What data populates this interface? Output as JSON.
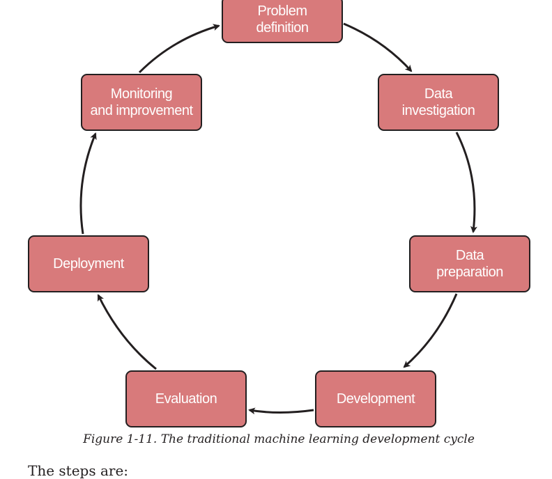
{
  "diagram": {
    "colors": {
      "node_fill": "#d87a7b",
      "node_border": "#231f20",
      "node_text": "#ffffff",
      "arrow": "#231f20"
    },
    "nodes": [
      {
        "id": "problem",
        "label": "Problem\ndefinition"
      },
      {
        "id": "investigation",
        "label": "Data\ninvestigation"
      },
      {
        "id": "preparation",
        "label": "Data\npreparation"
      },
      {
        "id": "development",
        "label": "Development"
      },
      {
        "id": "evaluation",
        "label": "Evaluation"
      },
      {
        "id": "deployment",
        "label": "Deployment"
      },
      {
        "id": "monitoring",
        "label": "Monitoring\nand improvement"
      }
    ],
    "edges": [
      {
        "from": "problem",
        "to": "investigation"
      },
      {
        "from": "investigation",
        "to": "preparation"
      },
      {
        "from": "preparation",
        "to": "development"
      },
      {
        "from": "development",
        "to": "evaluation"
      },
      {
        "from": "evaluation",
        "to": "deployment"
      },
      {
        "from": "deployment",
        "to": "monitoring"
      },
      {
        "from": "monitoring",
        "to": "problem"
      }
    ]
  },
  "caption": "Figure 1-11. The traditional machine learning development cycle",
  "body_text": "The steps are:"
}
